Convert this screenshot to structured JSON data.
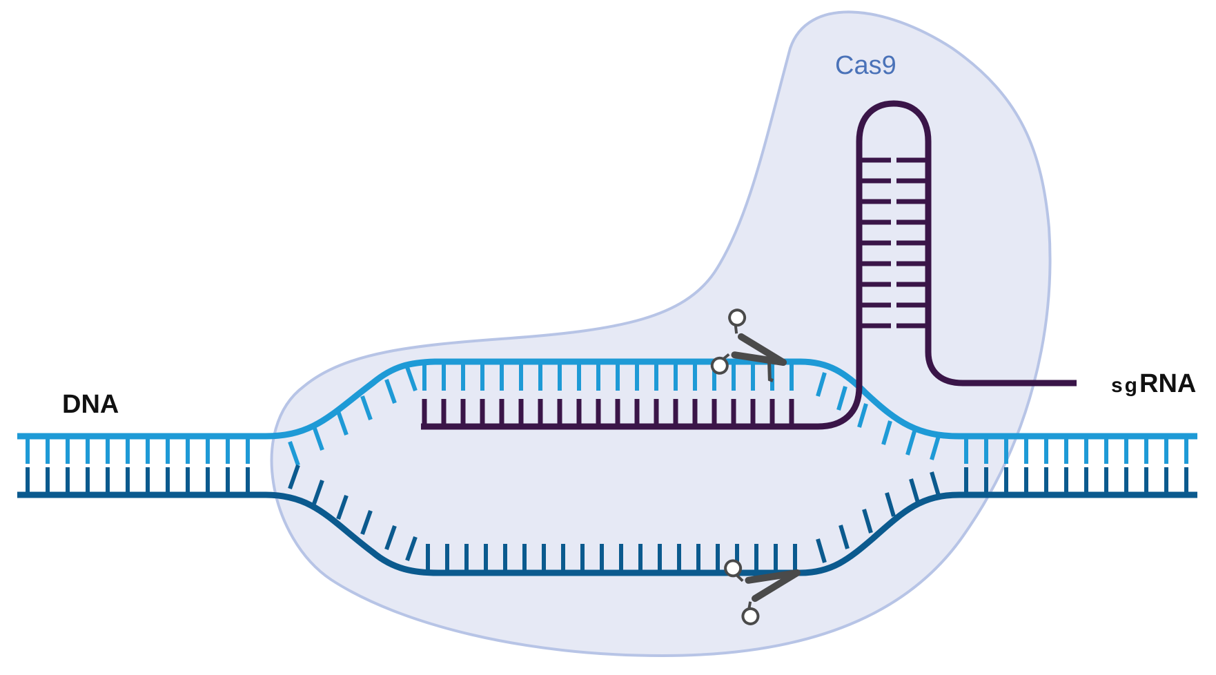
{
  "labels": {
    "dna": "DNA",
    "cas9": "Cas9",
    "sgrna_prefix": "sg",
    "sgrna_suffix": "RNA"
  },
  "colors": {
    "cas9_fill": "#e6e9f5",
    "cas9_outline": "#b7c4e6",
    "cas9_text": "#4a72b8",
    "dna_top_strand": "#1e9ad6",
    "dna_bottom_strand": "#0b5a8e",
    "sgrna": "#3a1548",
    "scissors": "#4a4a4a",
    "label_text": "#111111"
  },
  "icons": [
    "scissors-icon",
    "scissors-icon"
  ]
}
